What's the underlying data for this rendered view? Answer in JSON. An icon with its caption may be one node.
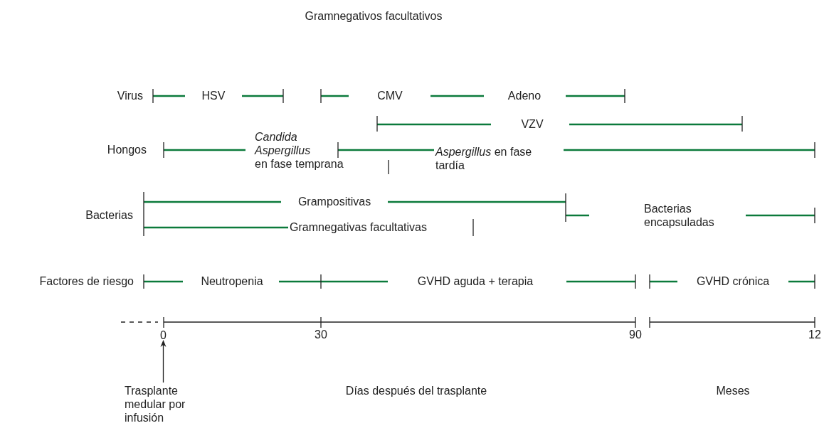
{
  "diagram": {
    "title": "Gramnegativos facultativos",
    "nodes": [
      {
        "text": [
          "Trasplante medular por infusión"
        ]
      },
      {
        "text": [
          "0"
        ]
      }
    ],
    "edges": [
      {
        "from": 0,
        "to": 1,
        "arrow": "to"
      }
    ],
    "labels": [
      "Virus",
      "HSV",
      "CMV",
      "Adeno",
      "VZV",
      "Hongos",
      "*Candida Aspergillus* en fase temprana",
      "*Aspergillus* en fase tardía",
      "Bacterias",
      "Grampositivas",
      "Bacterias encapsuladas",
      "Gramnegativas facultativas",
      "Factores de riesgo",
      "Neutropenia",
      "GVHD aguda + terapia",
      "GVHD crónica",
      "30",
      "90",
      "12",
      "Días después del trasplante",
      "Meses"
    ]
  }
}
